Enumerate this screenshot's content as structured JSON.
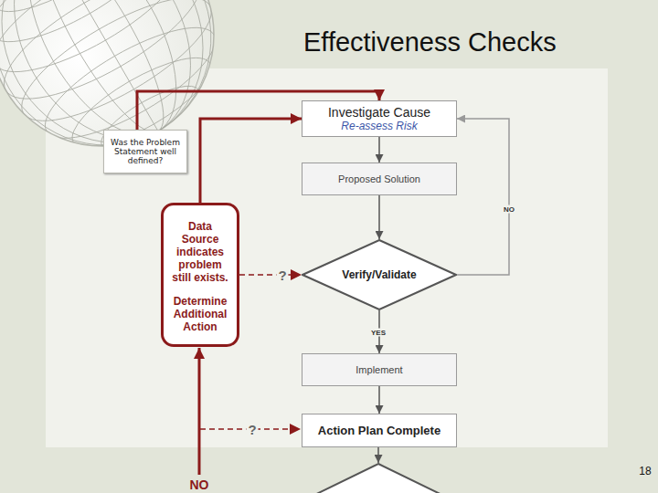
{
  "diagram": {
    "title": "Effectiveness Checks",
    "nodes": [
      {
        "text": [
          "Was the Problem Statement well defined?"
        ]
      },
      {
        "text": [
          "Investigate Cause",
          "Re-assess Risk"
        ]
      },
      {
        "text": [
          "Proposed Solution"
        ]
      },
      {
        "text": [
          "Data Source indicates problem still exists.",
          "Determine Additional Action"
        ]
      },
      {
        "text": [
          "Verify/Validate"
        ]
      },
      {
        "text": [
          "Implement"
        ]
      },
      {
        "text": [
          "Action Plan Complete"
        ]
      }
    ],
    "edges": [
      {
        "from": 0,
        "to": 1,
        "arrow": "to"
      },
      {
        "from": 1,
        "to": 2,
        "arrow": "to"
      },
      {
        "from": 2,
        "to": 4,
        "arrow": "to"
      },
      {
        "from": 3,
        "to": 1,
        "arrow": "to"
      },
      {
        "from": 3,
        "to": 4,
        "label": "?",
        "arrow": "to"
      },
      {
        "from": 4,
        "to": 1,
        "label": "NO",
        "arrow": "to"
      },
      {
        "from": 4,
        "to": 5,
        "label": "YES",
        "arrow": "to"
      },
      {
        "from": 5,
        "to": 6,
        "arrow": "to"
      }
    ],
    "labels": [
      "?",
      "NO",
      "18"
    ]
  }
}
